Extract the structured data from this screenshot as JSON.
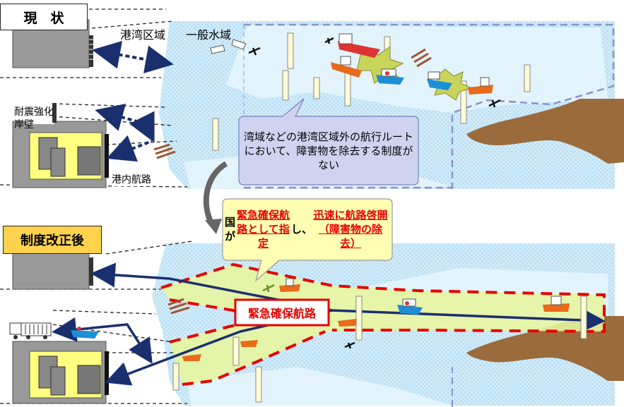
{
  "top_panel": {
    "title": "現　状",
    "label_port_area": "港湾区域",
    "label_general_water": "一般水域",
    "label_quay": "耐震強化岸壁",
    "label_channel": "港内航路",
    "callout_text": "湾域などの港湾区域外の航行ルートにおいて、障害物を除去する制度がない"
  },
  "bottom_panel": {
    "title": "制度改正後",
    "callout_part1": "国が",
    "callout_hl1": "緊急確保航路として指定",
    "callout_part2": "し、",
    "callout_hl2": "迅速に航路啓開（障害物の除去）",
    "route_label": "緊急確保航路"
  },
  "colors": {
    "sea_light": "#dcf0fa",
    "sea_dotted": "#bfe3f5",
    "land": "#9b6b3c",
    "route_fill": "#e6f5a0",
    "route_border": "#e60000",
    "arrow_navy": "#1a2f6e",
    "title_yellow": "#ffd24d",
    "callout_blue": "#cfd3f0",
    "callout_yellow": "#ffffb3",
    "port_area_fill": "#ffff80"
  }
}
